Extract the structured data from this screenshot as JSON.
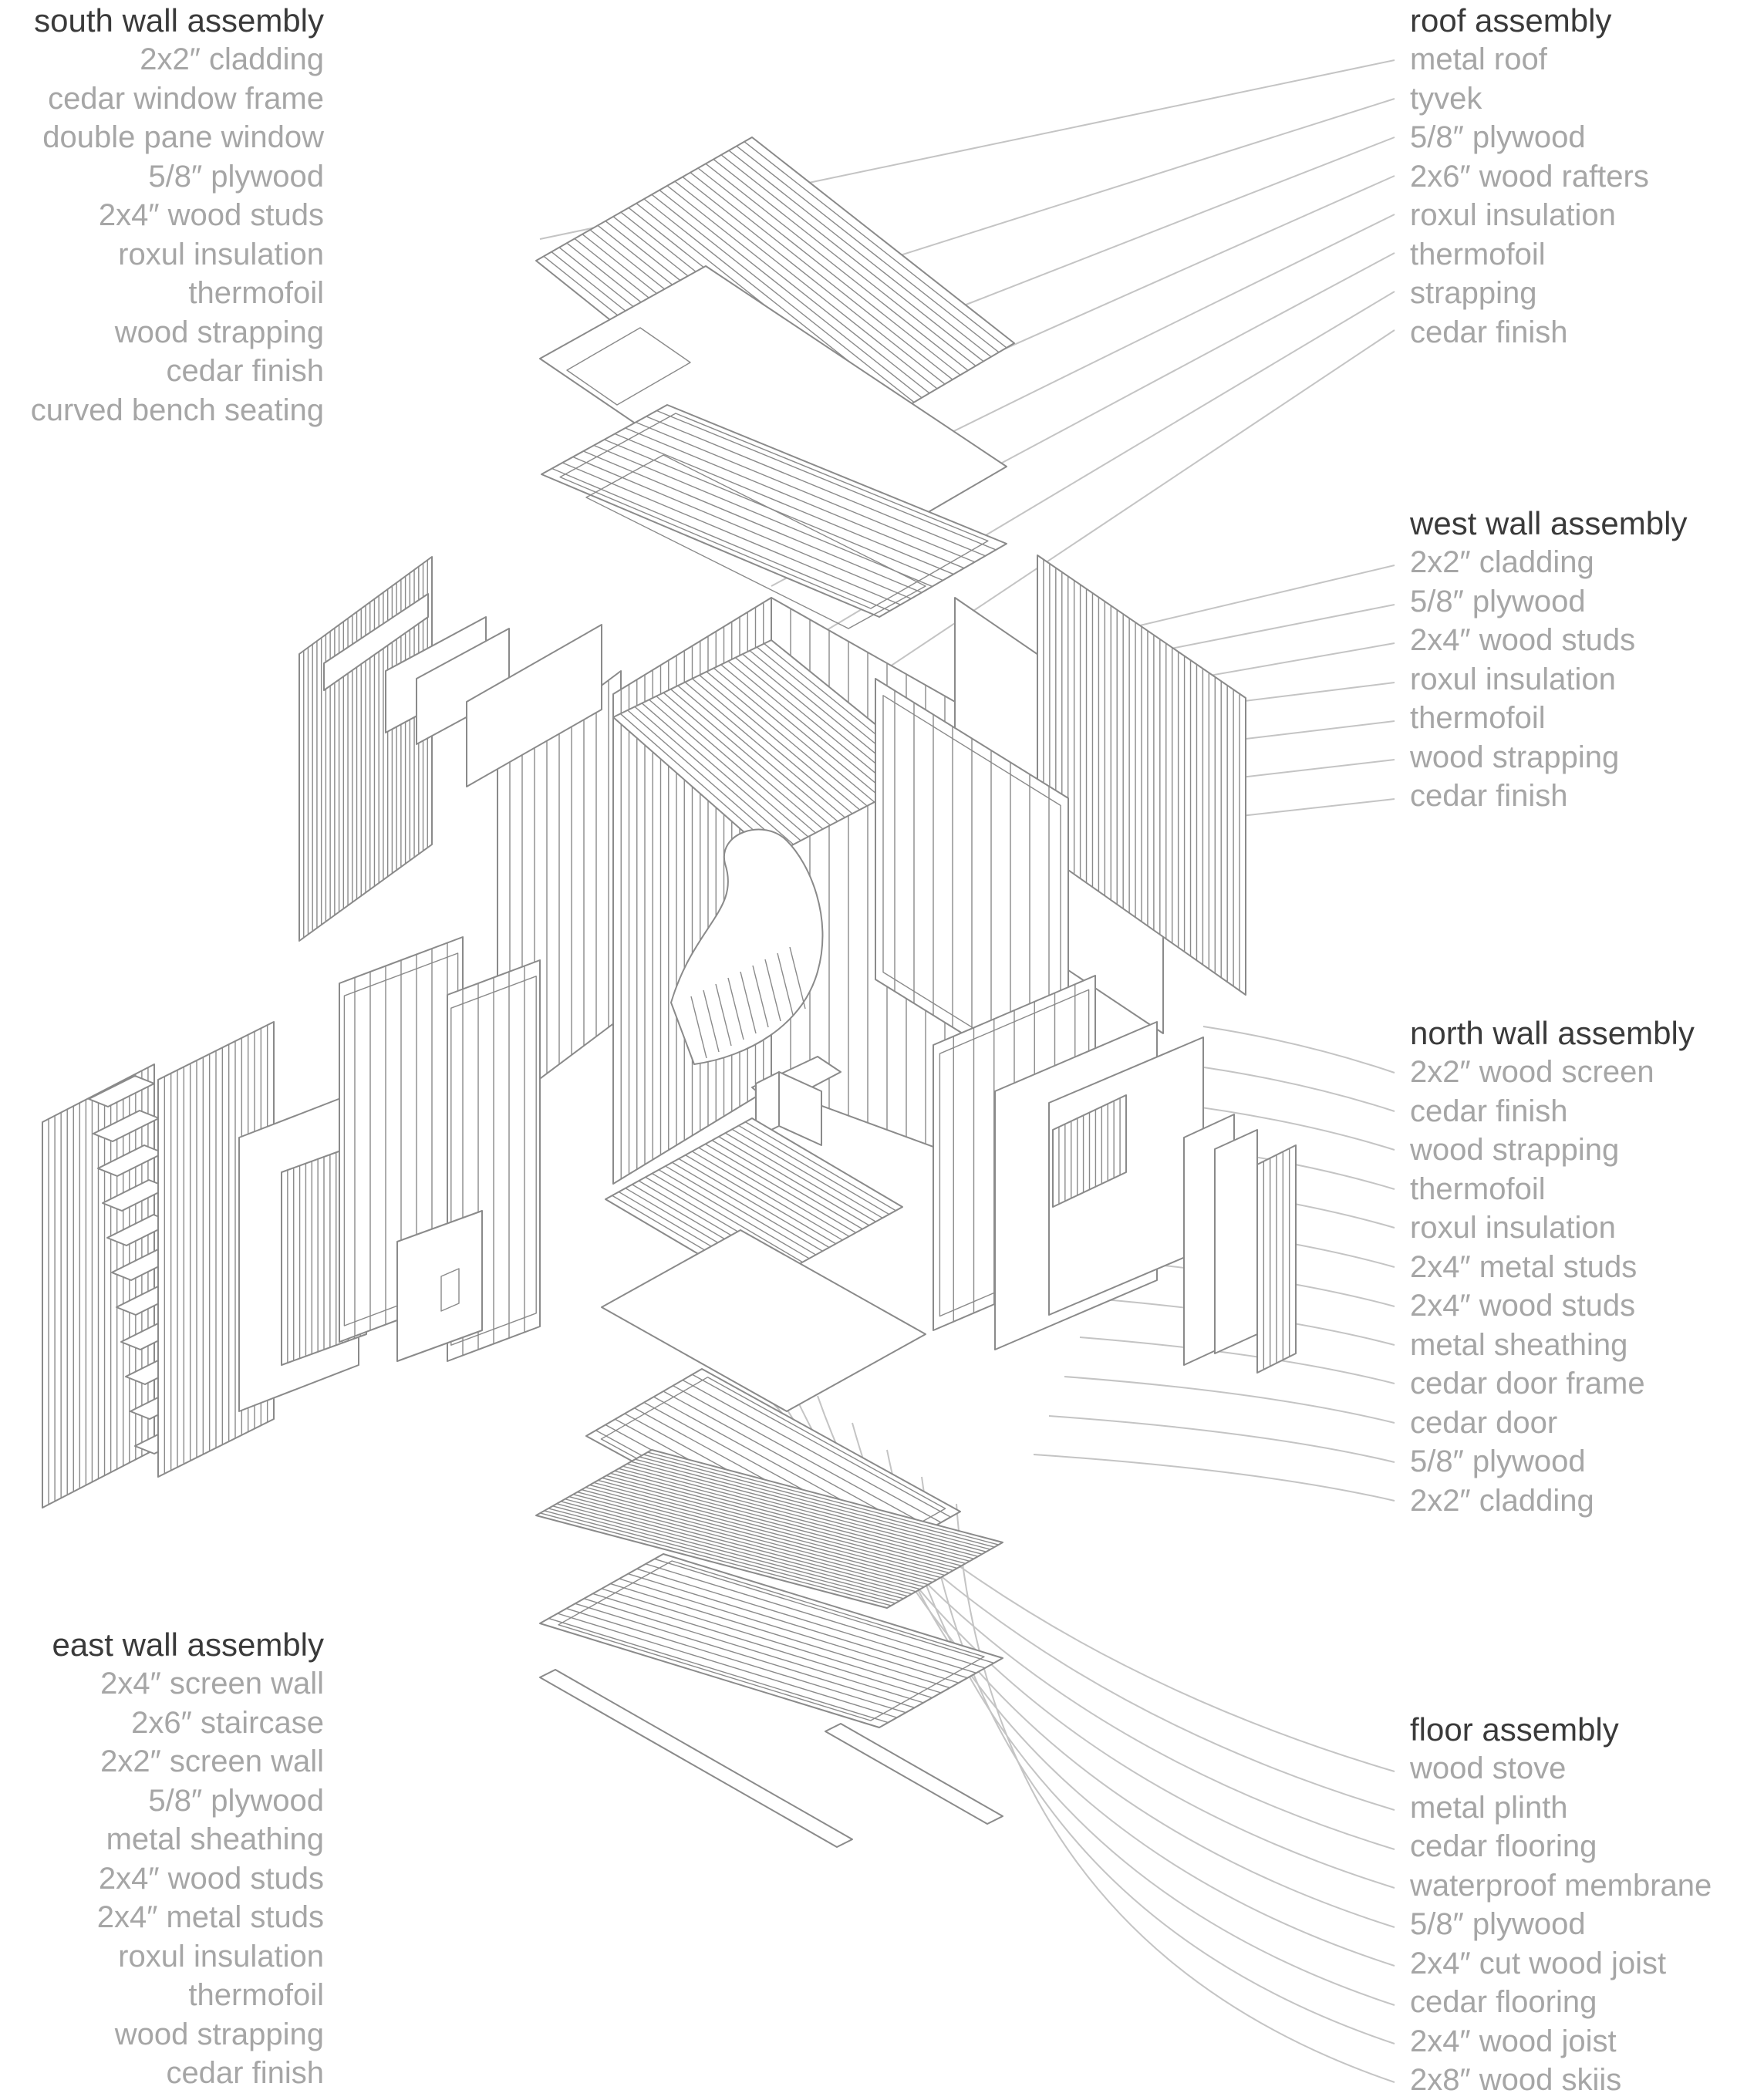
{
  "groups": {
    "south": {
      "title": "south wall assembly",
      "items": [
        "2x2″ cladding",
        "cedar window frame",
        "double pane window",
        "5/8″ plywood",
        "2x4″ wood studs",
        "roxul insulation",
        "thermofoil",
        "wood strapping",
        "cedar finish",
        "curved bench seating"
      ]
    },
    "east": {
      "title": "east wall assembly",
      "items": [
        "2x4″ screen wall",
        "2x6″ staircase",
        "2x2″ screen wall",
        "5/8″ plywood",
        "metal sheathing",
        "2x4″ wood studs",
        "2x4″ metal studs",
        "roxul insulation",
        "thermofoil",
        "wood strapping",
        "cedar finish"
      ]
    },
    "roof": {
      "title": "roof assembly",
      "items": [
        "metal roof",
        "tyvek",
        "5/8″ plywood",
        "2x6″ wood rafters",
        "roxul insulation",
        "thermofoil",
        "strapping",
        "cedar finish"
      ]
    },
    "west": {
      "title": "west wall assembly",
      "items": [
        "2x2″ cladding",
        "5/8″ plywood",
        "2x4″ wood studs",
        "roxul insulation",
        "thermofoil",
        "wood strapping",
        "cedar finish"
      ]
    },
    "north": {
      "title": "north wall assembly",
      "items": [
        "2x2″ wood screen",
        "cedar finish",
        "wood strapping",
        "thermofoil",
        "roxul insulation",
        "2x4″ metal studs",
        "2x4″ wood studs",
        "metal sheathing",
        "cedar door frame",
        "cedar door",
        "5/8″ plywood",
        "2x2″ cladding"
      ]
    },
    "floor": {
      "title": "floor assembly",
      "items": [
        "wood stove",
        "metal plinth",
        "cedar flooring",
        "waterproof membrane",
        "5/8″ plywood",
        "2x4″ cut wood joist",
        "cedar flooring",
        "2x4″ wood joist",
        "2x8″ wood skiis"
      ]
    }
  },
  "colors": {
    "title": "#3a3a3a",
    "item": "#a6a6a6",
    "line": "#8a8a8a",
    "leader": "#c4c4c4",
    "background": "#ffffff"
  }
}
